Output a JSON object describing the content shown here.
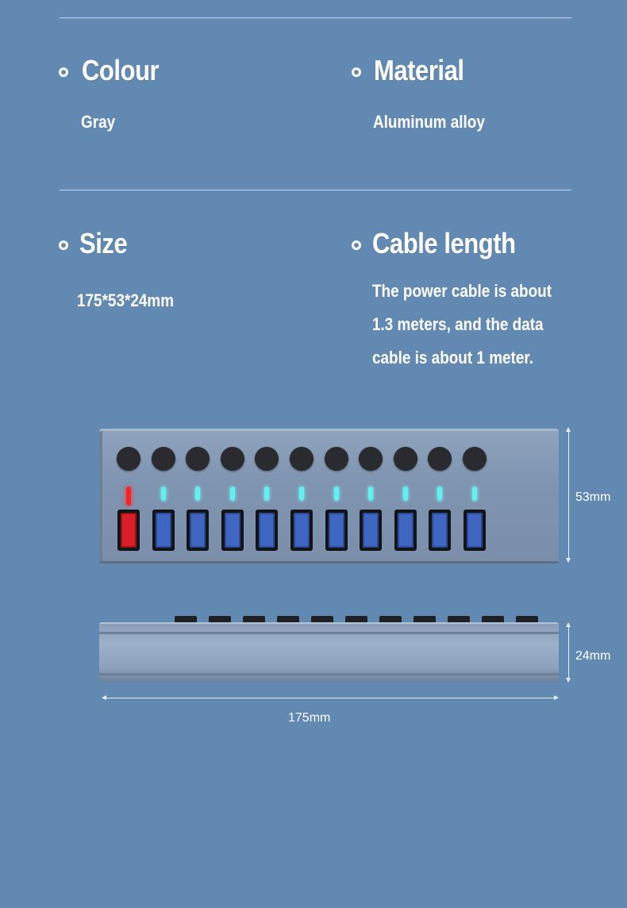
{
  "specs": {
    "colour": {
      "title": "Colour",
      "value": "Gray"
    },
    "material": {
      "title": "Material",
      "value": "Aluminum alloy"
    },
    "size": {
      "title": "Size",
      "value": "175*53*24mm"
    },
    "cable": {
      "title": "Cable length",
      "lines": [
        "The power cable is about",
        "1.3 meters, and the data",
        "cable is about 1 meter."
      ]
    }
  },
  "dimensions": {
    "height": "53mm",
    "depth": "24mm",
    "width": "175mm"
  },
  "product": {
    "button_count": 11,
    "port_count": 11,
    "red_port_index": 0
  },
  "colors": {
    "background": "#6289b2",
    "port_blue": "#3f67c2",
    "port_red": "#d81f2a",
    "led_cyan": "#5ff0f0",
    "led_red": "#ff2020"
  }
}
